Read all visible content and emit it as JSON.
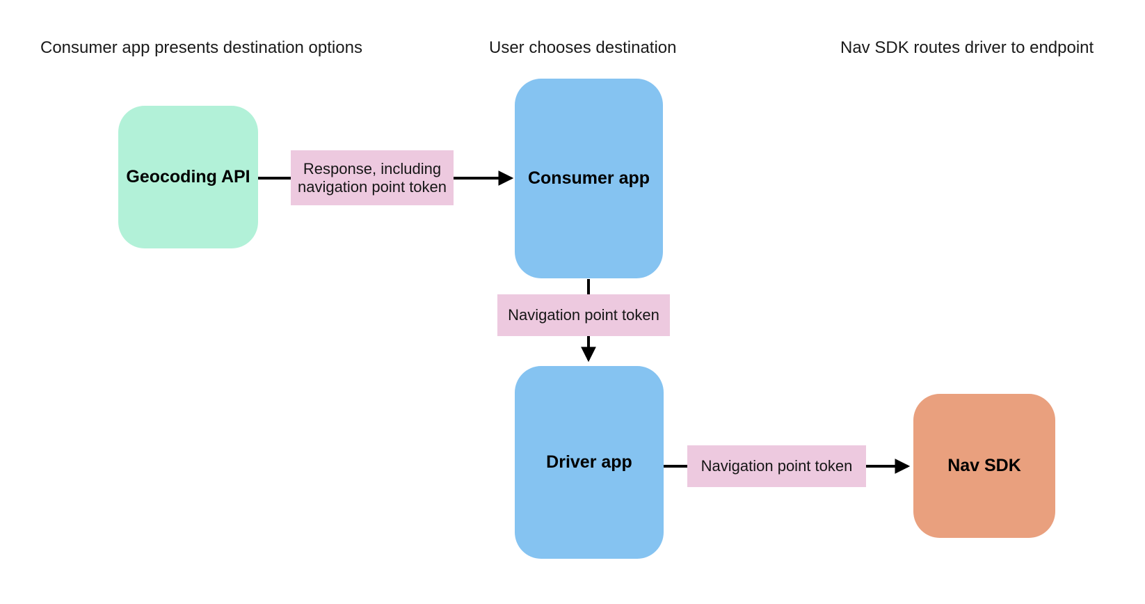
{
  "diagram": {
    "background": "#ffffff",
    "text_color": "#1a1a1a",
    "arrow_color": "#000000",
    "headers": [
      {
        "label": "Consumer app presents destination options"
      },
      {
        "label": "User chooses destination"
      },
      {
        "label": "Nav SDK routes driver to endpoint"
      }
    ],
    "nodes": [
      {
        "id": "geocoding-api",
        "label": "Geocoding API",
        "color": "#b2f1d8"
      },
      {
        "id": "consumer-app",
        "label": "Consumer app",
        "color": "#85c3f1"
      },
      {
        "id": "driver-app",
        "label": "Driver app",
        "color": "#85c3f1"
      },
      {
        "id": "nav-sdk",
        "label": "Nav SDK",
        "color": "#e9a07e"
      }
    ],
    "edges": [
      {
        "from": "geocoding-api",
        "to": "consumer-app",
        "label": "Response, including navigation point token",
        "label_bg": "#edc9df"
      },
      {
        "from": "consumer-app",
        "to": "driver-app",
        "label": "Navigation point token",
        "label_bg": "#edc9df"
      },
      {
        "from": "driver-app",
        "to": "nav-sdk",
        "label": "Navigation point token",
        "label_bg": "#edc9df"
      }
    ]
  }
}
